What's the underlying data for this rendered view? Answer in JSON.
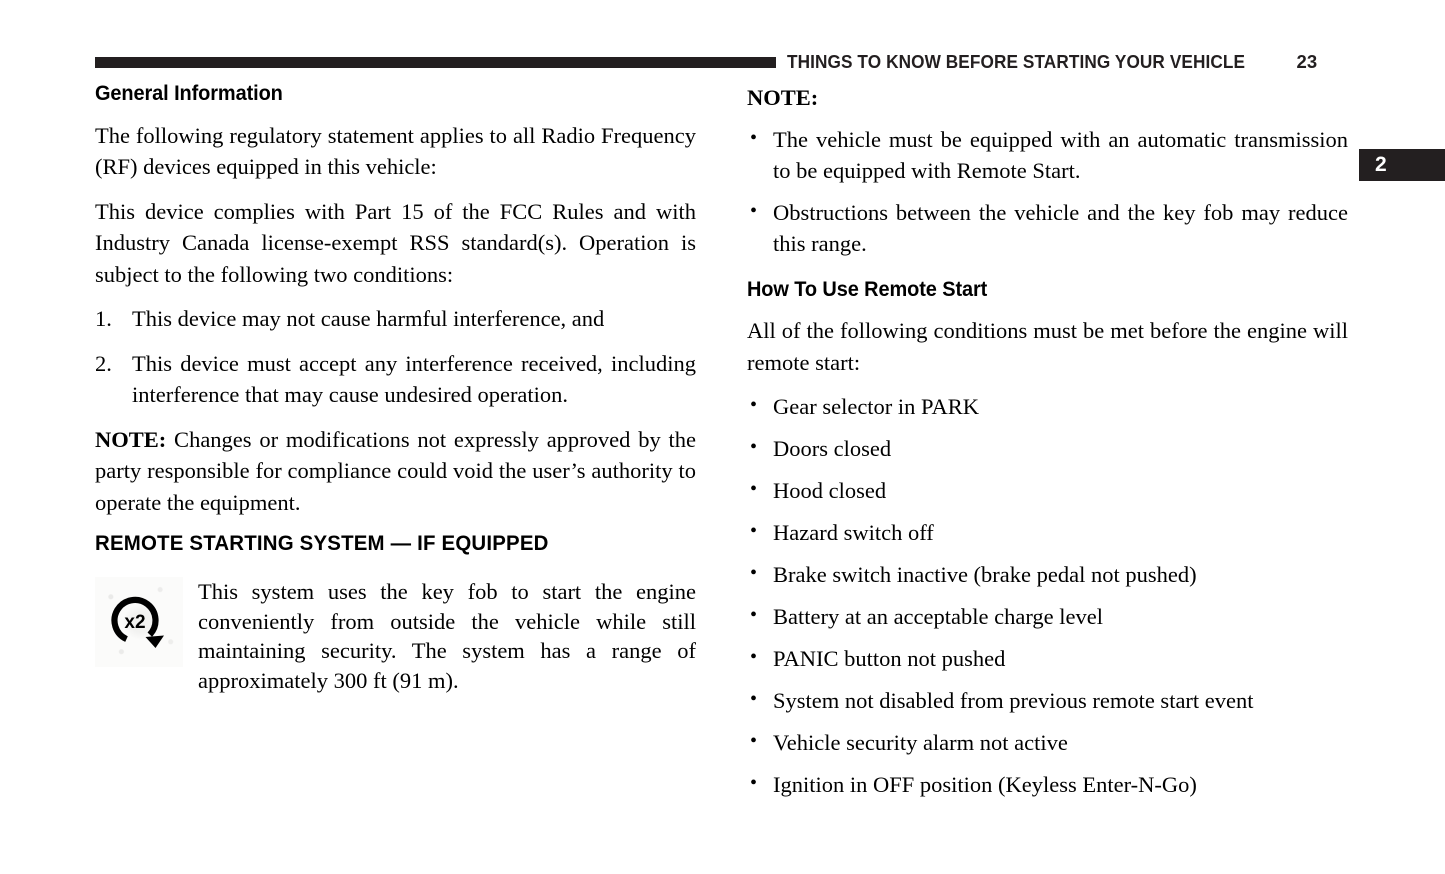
{
  "header": {
    "title": "THINGS TO KNOW BEFORE STARTING YOUR VEHICLE",
    "page_number": "23",
    "rule_color": "#231f20"
  },
  "chapter_tab": {
    "label": "2",
    "background": "#231f20",
    "text_color": "#ffffff"
  },
  "left_column": {
    "heading": "General Information",
    "paragraph_1": "The following regulatory statement applies to all Radio Frequency (RF) devices equipped in this vehicle:",
    "paragraph_2": "This device complies with Part 15 of the FCC Rules and with Industry Canada license-exempt RSS standard(s). Operation is subject to the following two conditions:",
    "numbered_items": [
      {
        "number": "1.",
        "text": "This device may not cause harmful interference, and"
      },
      {
        "number": "2.",
        "text": "This device must accept any interference received, including interference that may cause undesired operation."
      }
    ],
    "note_label": "NOTE:",
    "note_text": " Changes or modifications not expressly approved by the party responsible for compliance could void the user’s authority to operate the equipment.",
    "subheading": "REMOTE STARTING SYSTEM — IF EQUIPPED",
    "icon_label": "x2",
    "icon_caption": "This system uses the key fob to start the engine conveniently from outside the vehicle while still maintaining security. The system has a range of approximately 300 ft (91 m)."
  },
  "right_column": {
    "note_label": "NOTE:",
    "note_bullets": [
      "The vehicle must be equipped with an automatic transmission to be equipped with Remote Start.",
      "Obstructions between the vehicle and the key fob may reduce this range."
    ],
    "heading": "How To Use Remote Start",
    "intro": "All of the following conditions must be met before the engine will remote start:",
    "conditions": [
      "Gear selector in PARK",
      "Doors closed",
      "Hood closed",
      "Hazard switch off",
      "Brake switch inactive (brake pedal not pushed)",
      "Battery at an acceptable charge level",
      "PANIC button not pushed",
      "System not disabled from previous remote start event",
      "Vehicle security alarm not active",
      "Ignition in OFF position (Keyless Enter-N-Go)"
    ]
  }
}
